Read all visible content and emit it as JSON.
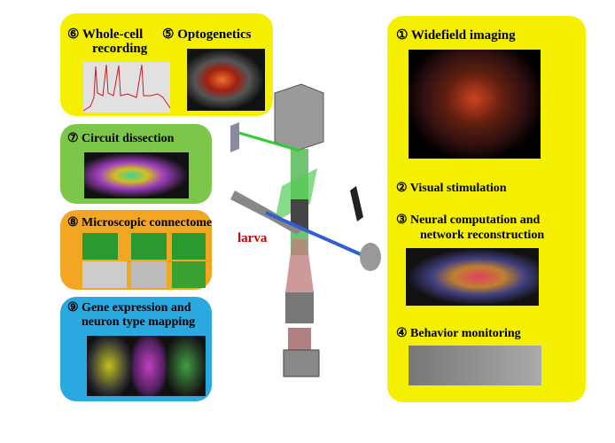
{
  "panels": {
    "whole_cell": "⑥ Whole-cell",
    "whole_cell_2": "recording",
    "optogenetics": "⑤ Optogenetics",
    "circuit": "⑦ Circuit dissection",
    "connectome": "⑧ Microscopic connectome",
    "gene": "⑨ Gene expression and",
    "gene_2": "neuron type mapping",
    "widefield": "① Widefield imaging",
    "visual": "② Visual stimulation",
    "neural": "③ Neural computation and",
    "neural_2": "network reconstruction",
    "behavior": "④ Behavior monitoring"
  },
  "label_larva": "larva",
  "colors": {
    "yellow": "#f5f000",
    "green": "#7cc64a",
    "orange": "#f3a623",
    "blue": "#2aa8e0",
    "larva": "#d00000"
  }
}
